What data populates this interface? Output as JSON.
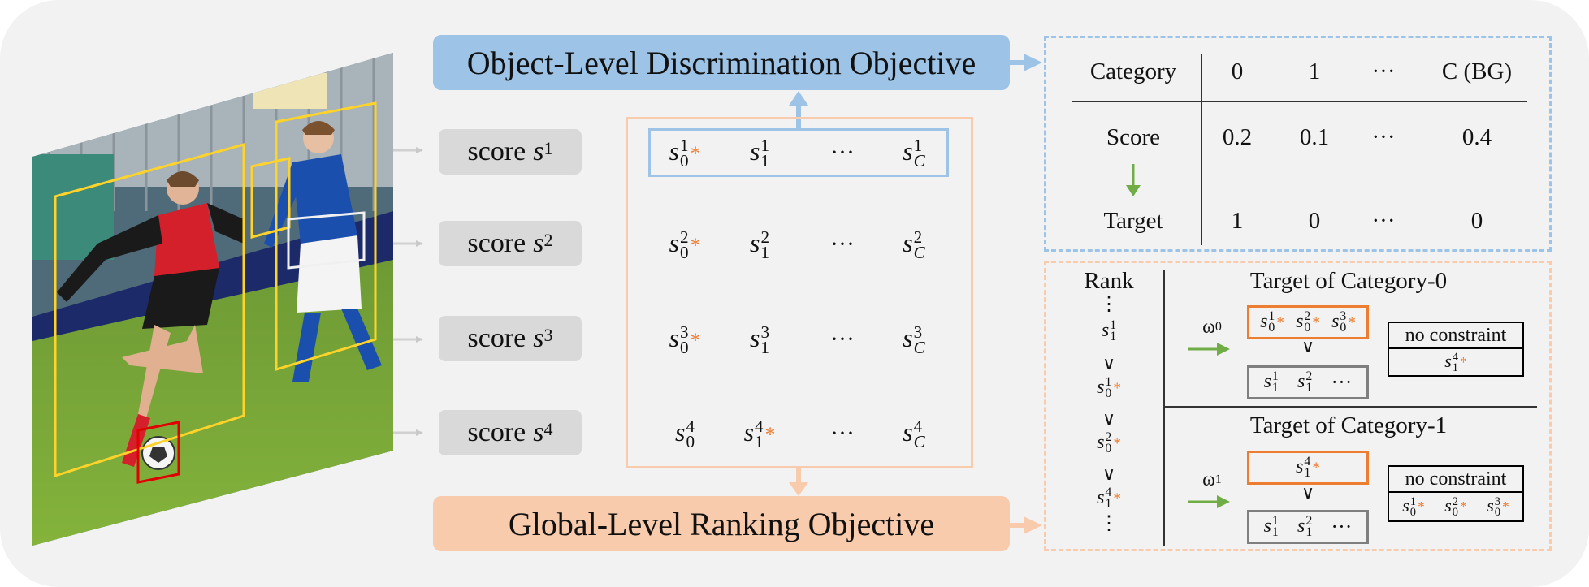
{
  "objective_top": "Object-Level Discrimination Objective",
  "objective_bottom": "Global-Level Ranking Objective",
  "score_label": "score",
  "scores": [
    {
      "var": "s",
      "sup": "1"
    },
    {
      "var": "s",
      "sup": "2"
    },
    {
      "var": "s",
      "sup": "3"
    },
    {
      "var": "s",
      "sup": "4"
    }
  ],
  "matrix": {
    "var": "s",
    "dots": "···",
    "rows": [
      {
        "sup": "1",
        "cells": [
          {
            "sub": "0",
            "star": true
          },
          {
            "sub": "1",
            "star": false
          },
          {
            "sub": "C",
            "star": false
          }
        ]
      },
      {
        "sup": "2",
        "cells": [
          {
            "sub": "0",
            "star": true
          },
          {
            "sub": "1",
            "star": false
          },
          {
            "sub": "C",
            "star": false
          }
        ]
      },
      {
        "sup": "3",
        "cells": [
          {
            "sub": "0",
            "star": true
          },
          {
            "sub": "1",
            "star": false
          },
          {
            "sub": "C",
            "star": false
          }
        ]
      },
      {
        "sup": "4",
        "cells": [
          {
            "sub": "0",
            "star": false
          },
          {
            "sub": "1",
            "star": true
          },
          {
            "sub": "C",
            "star": false
          }
        ]
      }
    ]
  },
  "star_glyph": "*",
  "classification_table": {
    "row_headers": [
      "Category",
      "Score",
      "Target"
    ],
    "columns": [
      "0",
      "1",
      "···",
      "C (BG)"
    ],
    "score_values": [
      "0.2",
      "0.1",
      "···",
      "0.4"
    ],
    "target_values": [
      "1",
      "0",
      "···",
      "0"
    ]
  },
  "rank": {
    "header": "Rank",
    "vdots": "⋮",
    "greater": "∨",
    "items": [
      {
        "sup": "1",
        "sub": "1",
        "star": false
      },
      {
        "sup": "1",
        "sub": "0",
        "star": true
      },
      {
        "sup": "2",
        "sub": "0",
        "star": true
      },
      {
        "sup": "4",
        "sub": "1",
        "star": true
      }
    ]
  },
  "targets": [
    {
      "title": "Target of Category-0",
      "weight": "ω",
      "weight_sub": "0",
      "top_items": [
        {
          "sup": "1",
          "sub": "0"
        },
        {
          "sup": "2",
          "sub": "0"
        },
        {
          "sup": "3",
          "sub": "0"
        }
      ],
      "bottom_items": [
        {
          "sup": "1",
          "sub": "1"
        },
        {
          "sup": "2",
          "sub": "1"
        }
      ],
      "constraint_label": "no constraint",
      "constraint_items": [
        {
          "sup": "4",
          "sub": "1"
        }
      ]
    },
    {
      "title": "Target of Category-1",
      "weight": "ω",
      "weight_sub": "1",
      "top_items": [
        {
          "sup": "4",
          "sub": "1"
        }
      ],
      "bottom_items": [
        {
          "sup": "1",
          "sub": "1"
        },
        {
          "sup": "2",
          "sub": "1"
        }
      ],
      "constraint_label": "no constraint",
      "constraint_items": [
        {
          "sup": "1",
          "sub": "0"
        },
        {
          "sup": "2",
          "sub": "0"
        },
        {
          "sup": "3",
          "sub": "0"
        }
      ]
    }
  ],
  "colors": {
    "blue": "#9dc3e6",
    "orange_fill": "#f8cbad",
    "orange": "#ed7d31",
    "green": "#70ad47",
    "yellow_box": "#ffd32a",
    "red_box": "#e00000",
    "gray_box": "#d9d9d9"
  },
  "photo_icons": [
    "soccer-player-red",
    "soccer-player-blue",
    "soccer-ball",
    "grass-field",
    "stadium-banner"
  ]
}
